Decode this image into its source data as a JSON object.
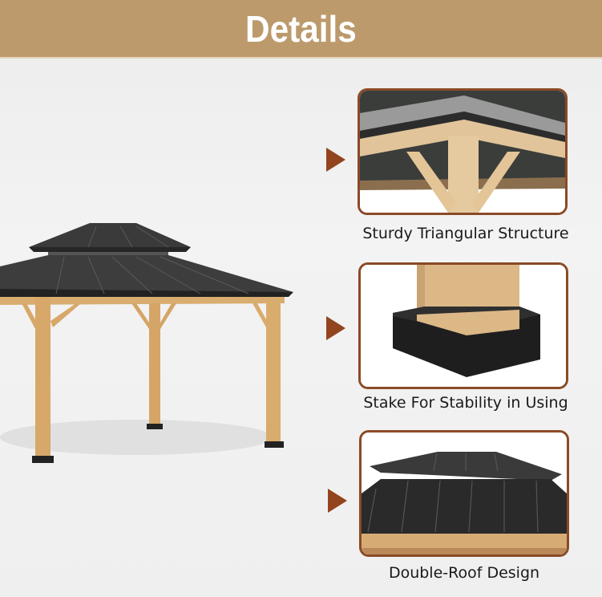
{
  "header": {
    "title": "Details",
    "background_color": "#bc9a6c",
    "text_color": "#ffffff"
  },
  "hero": {
    "image": "gazebo-product-icon",
    "description": "Wooden gazebo with black double-tier hardtop metal roof"
  },
  "accent_color": "#92441f",
  "card_border_color": "#8a4a26",
  "features": [
    {
      "image": "triangular-bracket-icon",
      "caption": "Sturdy Triangular Structure"
    },
    {
      "image": "post-base-stake-icon",
      "caption": "Stake For Stability in Using"
    },
    {
      "image": "double-roof-icon",
      "caption": "Double-Roof Design"
    }
  ]
}
